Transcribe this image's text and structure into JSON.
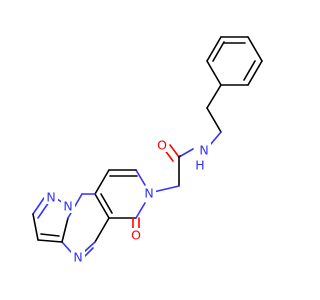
{
  "structure": {
    "atoms": {
      "N_amide": "N",
      "H_amide": "H",
      "O_amide": "O",
      "O_ring": "O",
      "N_ring6": "N",
      "N_pyrazine": "N",
      "N_pyrazole1": "N",
      "N_pyrazole2": "N"
    }
  },
  "colors": {
    "bond": "#000000",
    "nitrogen": "#3333ff",
    "oxygen": "#ff0000",
    "background": "#ffffff"
  }
}
